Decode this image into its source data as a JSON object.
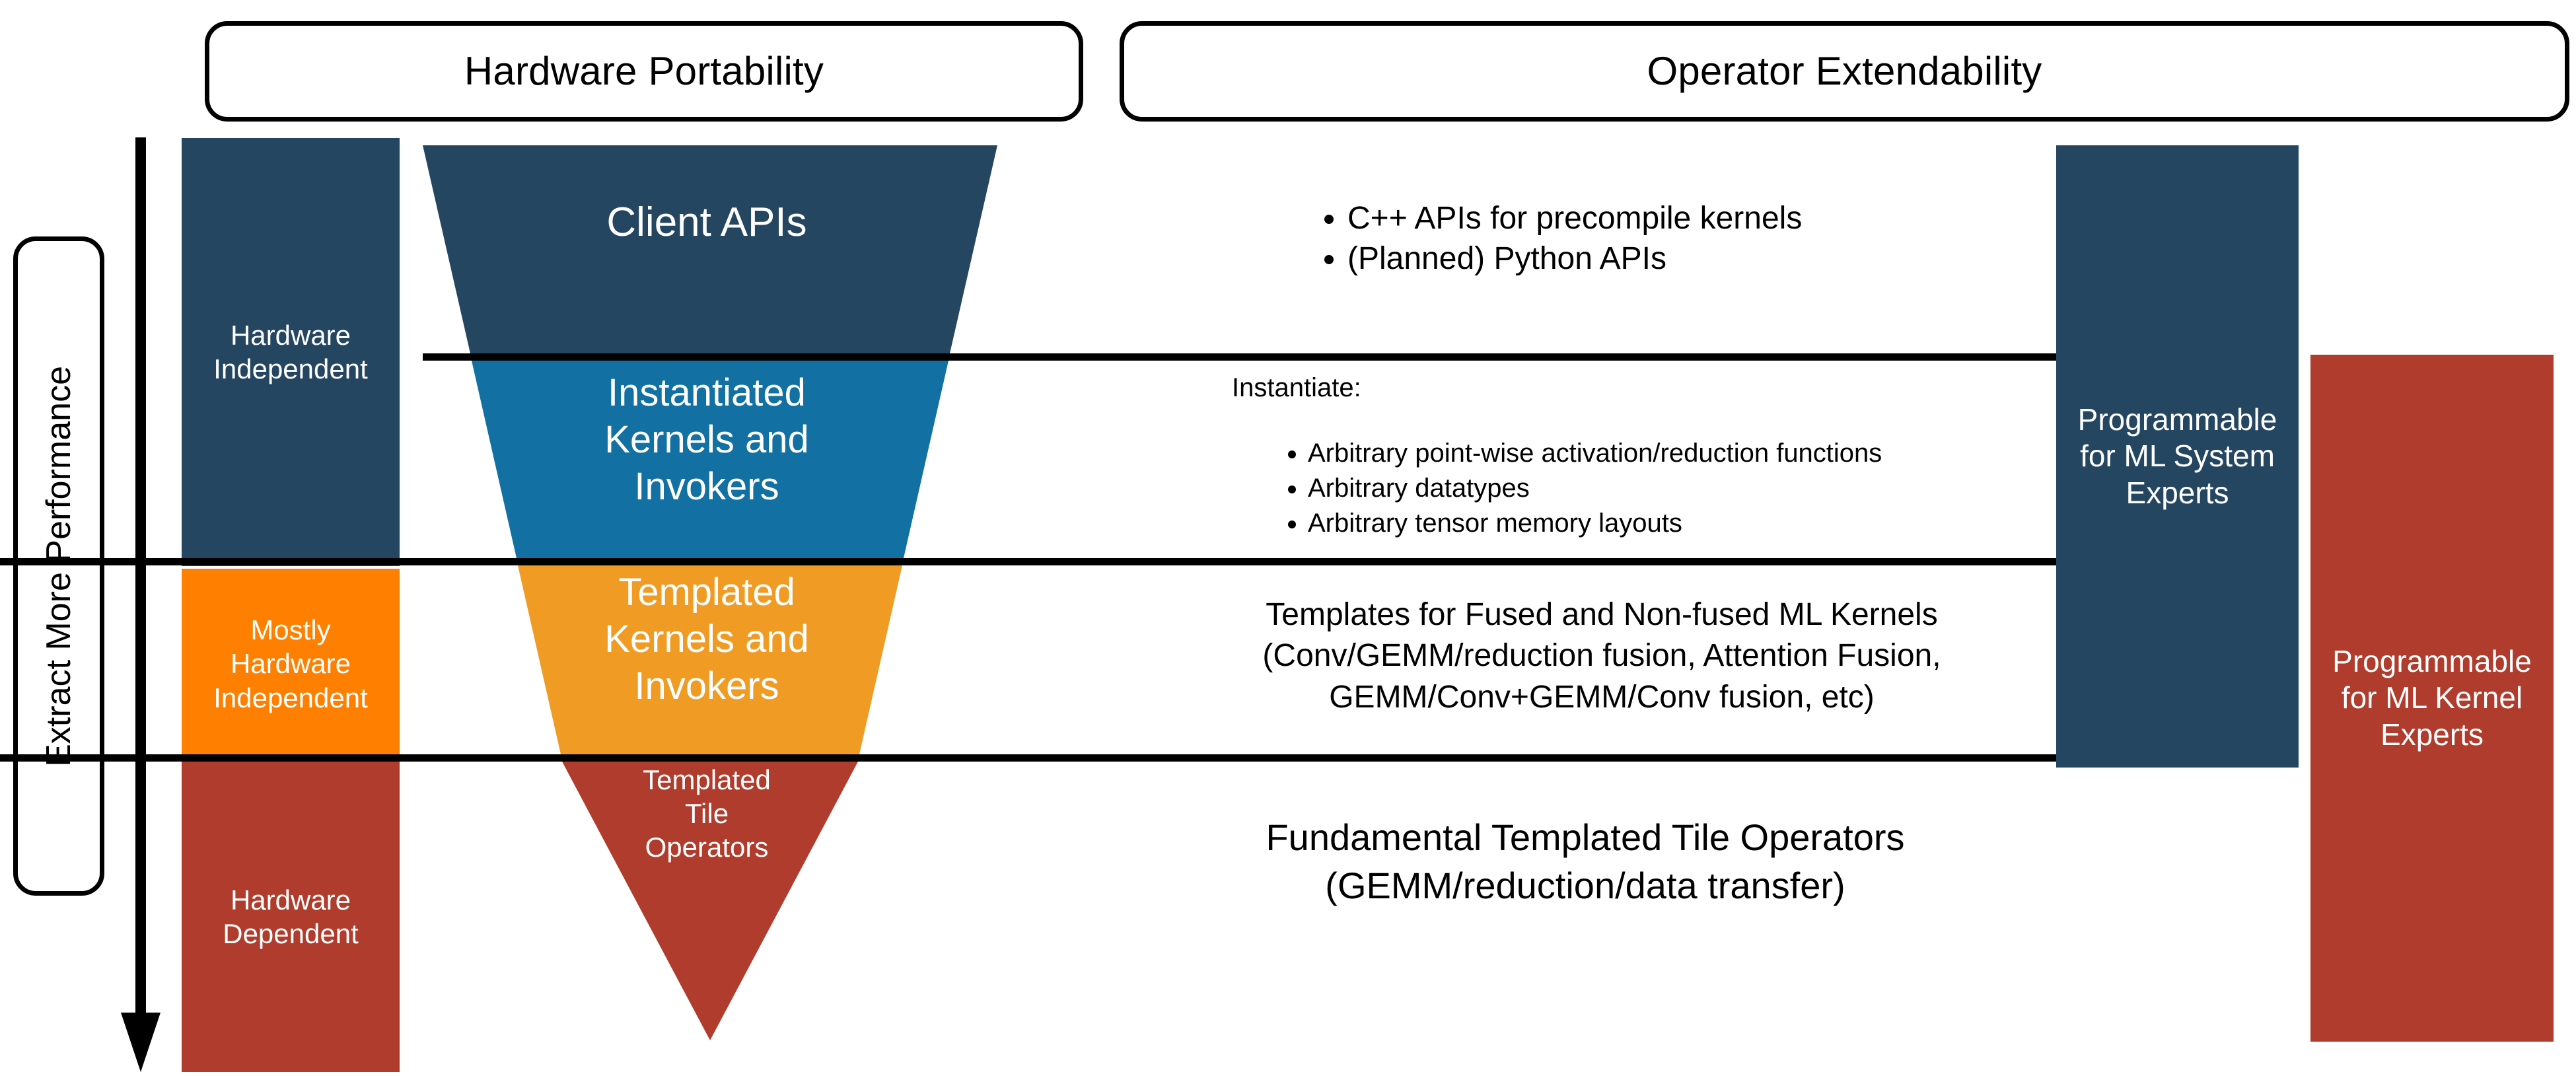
{
  "headers": [
    {
      "id": "hardware-portability",
      "label": "Hardware Portability"
    },
    {
      "id": "operator-extendability",
      "label": "Operator Extendability"
    }
  ],
  "axis": {
    "label": "Extract More Performance",
    "arrow_direction": "down",
    "arrow_icon": "down-arrow-icon"
  },
  "hardware_levels": [
    {
      "id": "hardware-independent",
      "label": "Hardware\nIndependent",
      "color": "#254661"
    },
    {
      "id": "mostly-hardware-independent",
      "label": "Mostly\nHardware\nIndependent",
      "color": "#FF8000"
    },
    {
      "id": "hardware-dependent",
      "label": "Hardware\nDependent",
      "color": "#AF3C2C"
    }
  ],
  "funnel": {
    "layers": [
      {
        "id": "client-apis",
        "label": "Client APIs",
        "color": "#254661"
      },
      {
        "id": "instantiated-kernels-and-invokers",
        "label": "Instantiated\nKernels and\nInvokers",
        "color": "#1271A2"
      },
      {
        "id": "templated-kernels-and-invokers",
        "label": "Templated\nKernels and\nInvokers",
        "color": "#EF9B24"
      },
      {
        "id": "templated-tile-operators",
        "label": "Templated\nTile\nOperators",
        "color": "#AF3C2C"
      }
    ]
  },
  "descriptions": {
    "client_apis_bullets": [
      "C++ APIs for precompile kernels",
      "(Planned) Python APIs"
    ],
    "instantiate_heading": "Instantiate:",
    "instantiate_bullets": [
      "Arbitrary point-wise activation/reduction functions",
      "Arbitrary datatypes",
      "Arbitrary tensor memory layouts"
    ],
    "templated_kernels_lines": [
      "Templates for Fused and Non-fused ML Kernels",
      "(Conv/GEMM/reduction fusion, Attention Fusion,",
      "GEMM/Conv+GEMM/Conv fusion, etc)"
    ],
    "tile_operators_lines": [
      "Fundamental Templated Tile Operators",
      "(GEMM/reduction/data transfer)"
    ]
  },
  "audiences": [
    {
      "id": "ml-system-experts",
      "label": "Programmable\nfor ML System\nExperts",
      "color": "#254661"
    },
    {
      "id": "ml-kernel-experts",
      "label": "Programmable\nfor ML Kernel\nExperts",
      "color": "#AF3C2C"
    }
  ],
  "colors": {
    "dark_blue": "#254661",
    "medium_blue": "#1271A2",
    "funnel_orange": "#EF9B24",
    "bright_orange": "#FF8000",
    "red": "#AF3C2C",
    "line": "#000000",
    "background": "#FFFFFF"
  }
}
